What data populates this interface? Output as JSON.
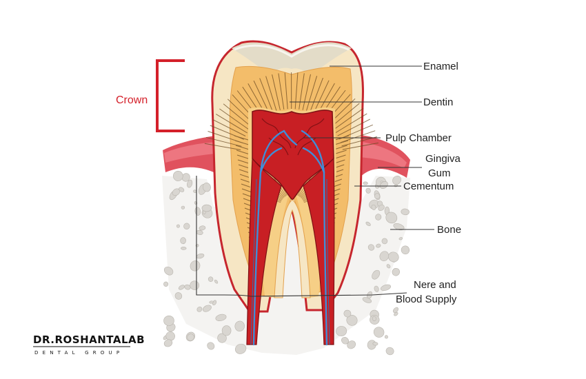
{
  "diagram": {
    "crown": {
      "label": "Crown"
    },
    "labels": [
      {
        "id": "enamel",
        "lines": [
          "Enamel"
        ]
      },
      {
        "id": "dentin",
        "lines": [
          "Dentin"
        ]
      },
      {
        "id": "pulp-chamber",
        "lines": [
          "Pulp Chamber"
        ]
      },
      {
        "id": "gingiva",
        "lines": [
          "Gingiva",
          "Gum"
        ]
      },
      {
        "id": "cementum",
        "lines": [
          "Cementum"
        ]
      },
      {
        "id": "bone",
        "lines": [
          "Bone"
        ]
      },
      {
        "id": "nerve-blood",
        "lines": [
          "Nere and",
          "Blood Supply"
        ]
      }
    ]
  },
  "logo": {
    "name": "DR.ROSHANTALAB",
    "subtitle": "DENTAL GROUP"
  },
  "colors": {
    "crown_bracket": "#d4202a",
    "enamel": "#f6e6c4",
    "enamel_cap": "#e3dcc8",
    "dentin": "#f3bd6a",
    "pulp": "#c81f24",
    "gum": "#e0525e",
    "bone": "#d9d6d1",
    "nerve": "#3f8ed8"
  }
}
